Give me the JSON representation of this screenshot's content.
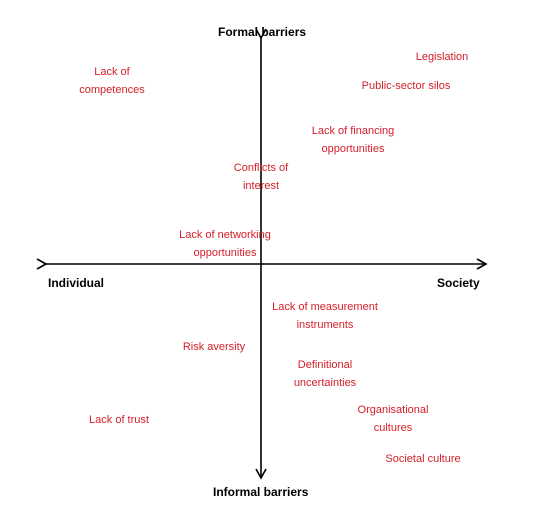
{
  "axes": {
    "top": "Formal barriers",
    "bottom": "Informal barriers",
    "left": "Individual",
    "right": "Society"
  },
  "colors": {
    "axis": "#000000",
    "barrier_text": "#d4202a"
  },
  "barriers": [
    {
      "id": "legislation",
      "lines": [
        "Legislation"
      ]
    },
    {
      "id": "lack-of-competences",
      "lines": [
        "Lack of",
        "competences"
      ]
    },
    {
      "id": "public-sector-silos",
      "lines": [
        "Public-sector silos"
      ]
    },
    {
      "id": "lack-of-financing-opportunities",
      "lines": [
        "Lack of financing",
        "opportunities"
      ]
    },
    {
      "id": "conflicts-of-interest",
      "lines": [
        "Conflicts of",
        "interest"
      ]
    },
    {
      "id": "lack-of-networking-opportunities",
      "lines": [
        "Lack of networking",
        "opportunities"
      ]
    },
    {
      "id": "lack-of-measurement-instruments",
      "lines": [
        "Lack of measurement",
        "instruments"
      ]
    },
    {
      "id": "risk-aversity",
      "lines": [
        "Risk aversity"
      ]
    },
    {
      "id": "definitional-uncertainties",
      "lines": [
        "Definitional",
        "uncertainties"
      ]
    },
    {
      "id": "lack-of-trust",
      "lines": [
        "Lack of trust"
      ]
    },
    {
      "id": "organisational-cultures",
      "lines": [
        "Organisational",
        "cultures"
      ]
    },
    {
      "id": "societal-culture",
      "lines": [
        "Societal culture"
      ]
    }
  ]
}
